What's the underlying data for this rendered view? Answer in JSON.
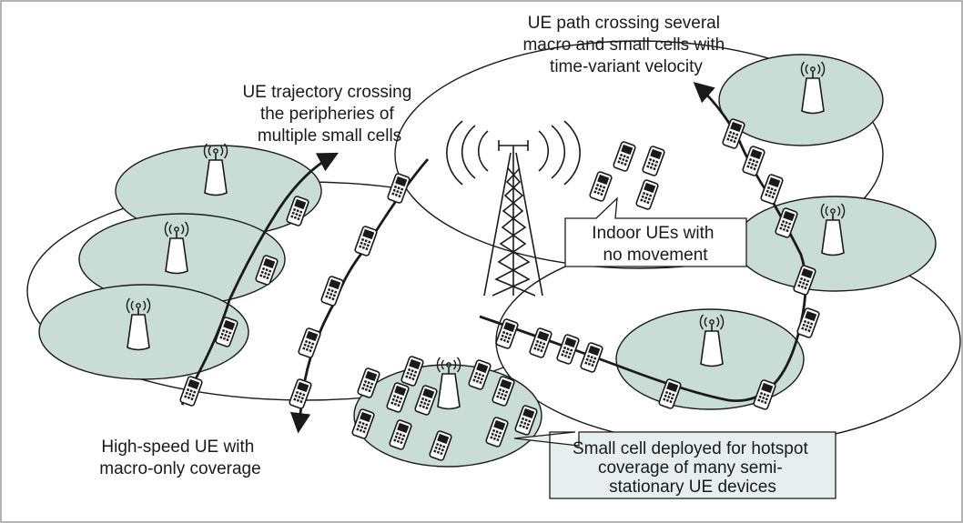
{
  "labels": {
    "ue_path": [
      "UE path crossing several",
      "macro and small cells with",
      "time-variant velocity"
    ],
    "ue_trajectory": [
      "UE trajectory crossing",
      "the peripheries of",
      "multiple small cells"
    ],
    "indoor_ues": [
      "Indoor UEs with",
      "no movement"
    ],
    "high_speed_ue": [
      "High-speed UE with",
      "macro-only coverage"
    ],
    "small_cell_hotspot": [
      "Small cell deployed for hotspot",
      "coverage of many semi-",
      "stationary UE devices"
    ]
  },
  "colors": {
    "frame": "#9a9a9a",
    "small_cell_fill": "#c9dcd6",
    "callout_fill": "#e6efed",
    "line": "#1a1a1a"
  },
  "icons": [
    "base-station-icon",
    "cell-tower-icon",
    "mobile-phone-icon"
  ]
}
